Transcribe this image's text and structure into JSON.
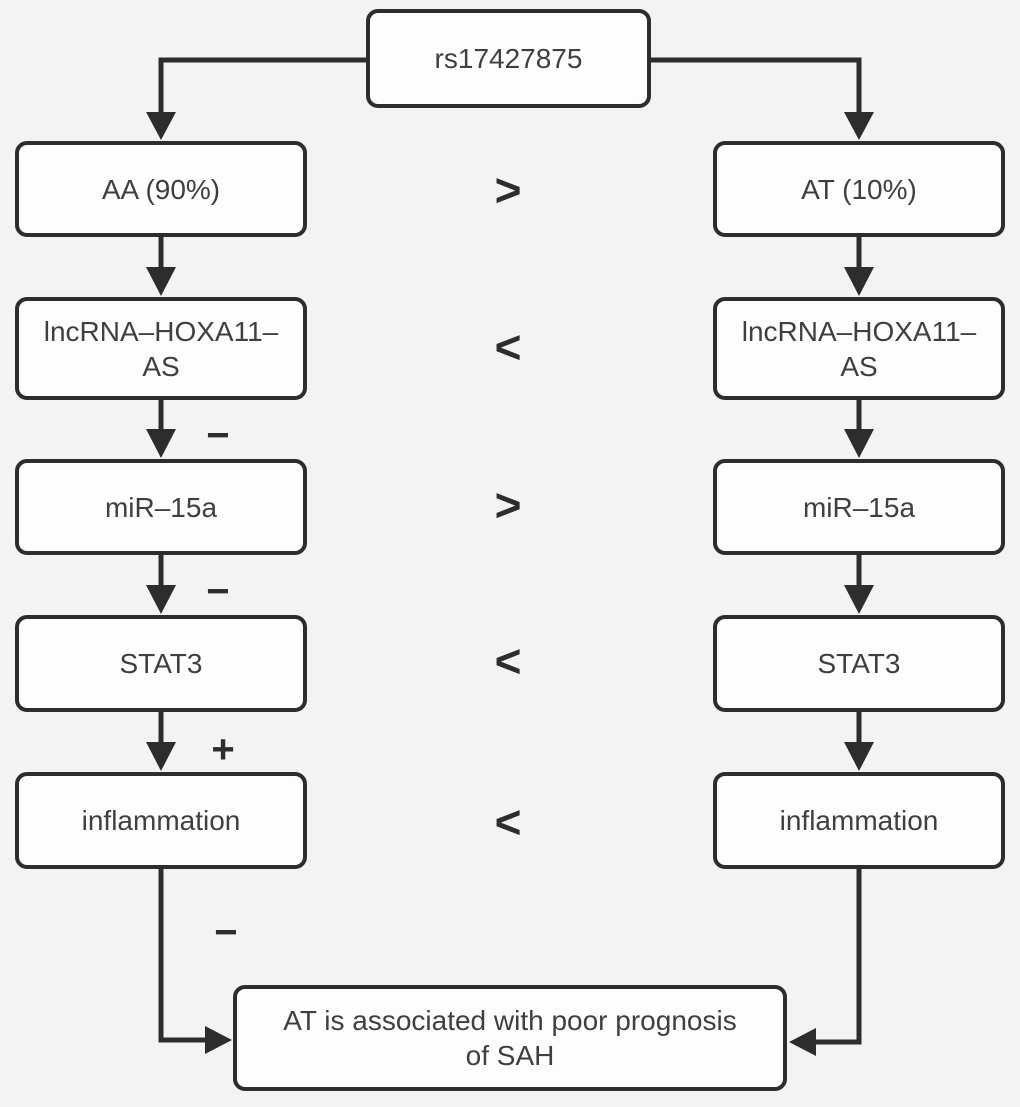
{
  "colors": {
    "line": "#2d2d2d",
    "box_fill": "#fdfdfd",
    "background": "#f3f3f4",
    "text": "#3f3f3f"
  },
  "nodes": {
    "root": "rs17427875",
    "left": [
      "AA (90%)",
      "lncRNA–HOXA11–AS",
      "miR–15a",
      "STAT3",
      "inflammation"
    ],
    "right": [
      "AT (10%)",
      "lncRNA–HOXA11–AS",
      "miR–15a",
      "STAT3",
      "inflammation"
    ],
    "conclusion": "AT is associated with poor prognosis of SAH"
  },
  "comparisons": [
    ">",
    "<",
    ">",
    "<",
    "<"
  ],
  "left_edge_signs": [
    "−",
    "−",
    "+",
    "−"
  ]
}
